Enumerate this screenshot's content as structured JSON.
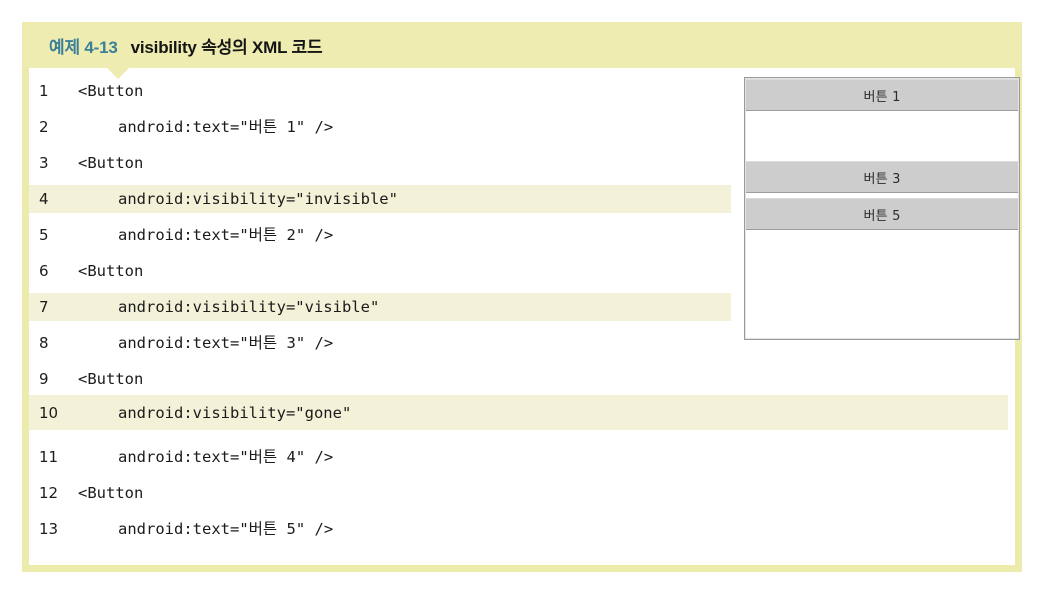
{
  "figure": {
    "header": {
      "example_number": "예제 4-13",
      "title": "visibility 속성의 XML 코드",
      "number_color": "#3c7f99",
      "band_color": "#eeecb0"
    },
    "border_color": "#ecebac",
    "highlight_color": "#f3f2d8"
  },
  "code": {
    "language": "XML",
    "lines": [
      {
        "n": "1",
        "text": "<Button",
        "indent": false,
        "highlight": false
      },
      {
        "n": "2",
        "text": "android:text=\"버튼 1\" />",
        "indent": true,
        "highlight": false
      },
      {
        "n": "3",
        "text": "<Button",
        "indent": false,
        "highlight": false
      },
      {
        "n": "4",
        "text": "android:visibility=\"invisible\"",
        "indent": true,
        "highlight": true
      },
      {
        "n": "5",
        "text": "android:text=\"버튼 2\" />",
        "indent": true,
        "highlight": false
      },
      {
        "n": "6",
        "text": "<Button",
        "indent": false,
        "highlight": false
      },
      {
        "n": "7",
        "text": "android:visibility=\"visible\"",
        "indent": true,
        "highlight": true
      },
      {
        "n": "8",
        "text": "android:text=\"버튼 3\" />",
        "indent": true,
        "highlight": false
      },
      {
        "n": "9",
        "text": "<Button",
        "indent": false,
        "highlight": false
      },
      {
        "n": "10",
        "text": "android:visibility=\"gone\"",
        "indent": true,
        "highlight": true
      },
      {
        "n": "11",
        "text": "android:text=\"버튼 4\" />",
        "indent": true,
        "highlight": false
      },
      {
        "n": "12",
        "text": "<Button",
        "indent": false,
        "highlight": false
      },
      {
        "n": "13",
        "text": "android:text=\"버튼 5\" />",
        "indent": true,
        "highlight": false
      }
    ]
  },
  "preview": {
    "label": "android-screen-preview",
    "button_fill": "#cdcdcd",
    "buttons": [
      {
        "label": "버튼 1"
      },
      {
        "label": "버튼 3"
      },
      {
        "label": "버튼 5"
      }
    ]
  }
}
